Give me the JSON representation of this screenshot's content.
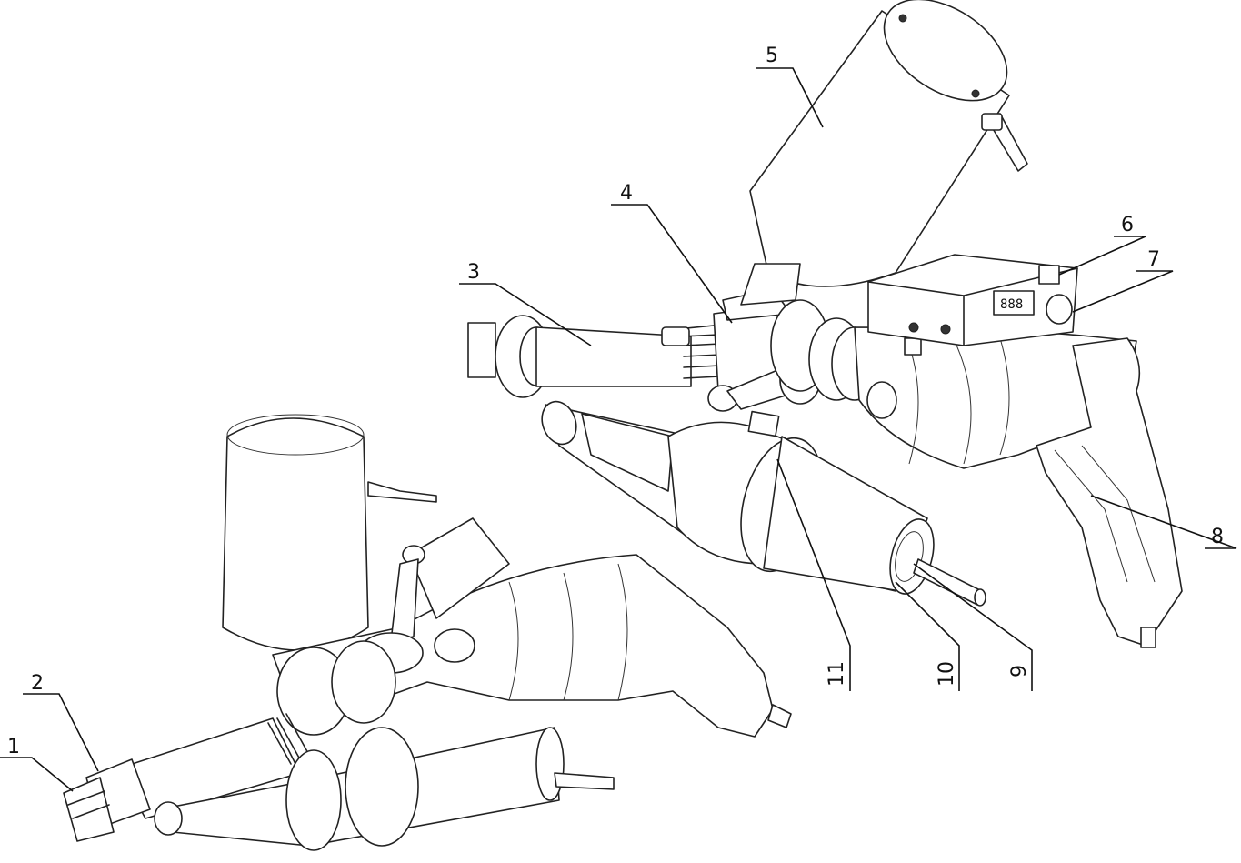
{
  "figure": {
    "title": "Hand-held plastic extrusion welder, exploded/assembled views",
    "callouts": [
      {
        "id": "1",
        "label": "1"
      },
      {
        "id": "2",
        "label": "2"
      },
      {
        "id": "3",
        "label": "3"
      },
      {
        "id": "4",
        "label": "4"
      },
      {
        "id": "5",
        "label": "5"
      },
      {
        "id": "6",
        "label": "6"
      },
      {
        "id": "7",
        "label": "7"
      },
      {
        "id": "8",
        "label": "8"
      },
      {
        "id": "9",
        "label": "9"
      },
      {
        "id": "10",
        "label": "10"
      },
      {
        "id": "11",
        "label": "11"
      }
    ],
    "display_readout": "888"
  }
}
